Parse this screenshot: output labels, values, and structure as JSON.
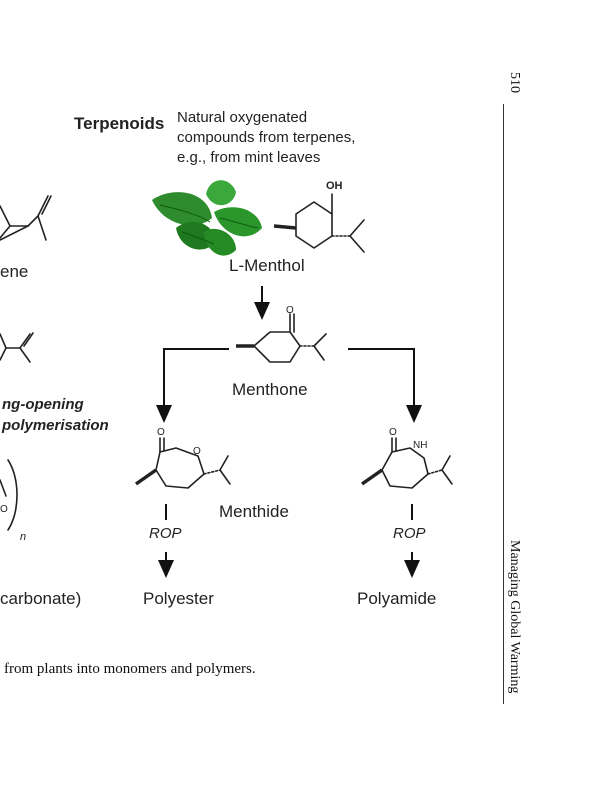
{
  "page_number": "510",
  "running_header": "Managing Global Warming",
  "caption_fragment": "from plants into monomers and polymers.",
  "figure": {
    "terpenoids_heading": "Terpenoids",
    "terpenoids_desc": [
      "Natural oxygenated",
      "compounds from terpenes,",
      "e.g., from mint leaves"
    ],
    "left_label_partial": "ene",
    "left_process": [
      "ng-opening",
      "polymerisation"
    ],
    "left_polymer_partial": "carbonate)",
    "left_repeat_index": "n",
    "left_atom_o": "O",
    "menthol": {
      "name": "L-Menthol",
      "oh": "OH"
    },
    "menthone": {
      "name": "Menthone",
      "o": "O"
    },
    "menthide": {
      "name": "Menthide",
      "o1": "O",
      "o2": "O"
    },
    "lactam": {
      "o": "O",
      "nh": "NH"
    },
    "rop_left": "ROP",
    "rop_right": "ROP",
    "polyester": "Polyester",
    "polyamide": "Polyamide",
    "leaf_icon": "mint-leaf-icon",
    "colors": {
      "leaf_dark": "#1f7a1f",
      "leaf_light": "#3aa83a",
      "ink": "#222222"
    }
  }
}
